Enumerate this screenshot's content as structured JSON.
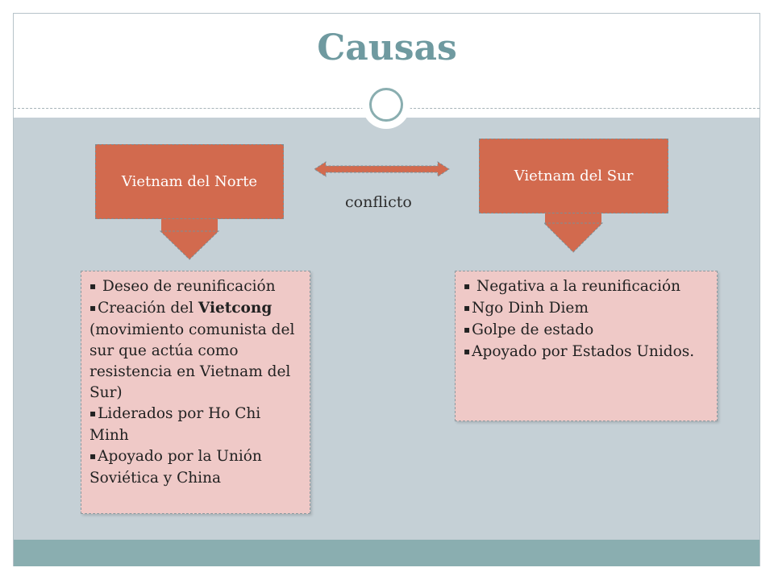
{
  "title": "Causas",
  "colors": {
    "title": "#6f9aa0",
    "orange_box": "#d26a4e",
    "pink_box": "#efc9c7",
    "content_bg": "#c5d0d6",
    "footer": "#8aaeb0"
  },
  "norte": {
    "label": "Vietnam del Norte",
    "items": [
      {
        "lead": " Deseo de reunificación",
        "bold": "",
        "tail": ""
      },
      {
        "lead": "Creación del ",
        "bold": "Vietcong",
        "tail": " (movimiento comunista del sur que actúa como resistencia en Vietnam del Sur)"
      },
      {
        "lead": "Liderados por Ho Chi Minh",
        "bold": "",
        "tail": ""
      },
      {
        "lead": "Apoyado por la Unión Soviética y China",
        "bold": "",
        "tail": ""
      }
    ]
  },
  "sur": {
    "label": "Vietnam del Sur",
    "items": [
      {
        "lead": " Negativa a la  reunificación"
      },
      {
        "lead": "Ngo Dinh Diem"
      },
      {
        "lead": "Golpe de estado"
      },
      {
        "lead": "Apoyado por Estados Unidos."
      }
    ]
  },
  "conflict_label": "conflicto",
  "icons": {
    "bullet": "square-bullet-icon",
    "arrow": "double-headed-arrow-icon",
    "down_arrow": "down-arrow-icon",
    "ornament": "circle-ornament-icon"
  }
}
